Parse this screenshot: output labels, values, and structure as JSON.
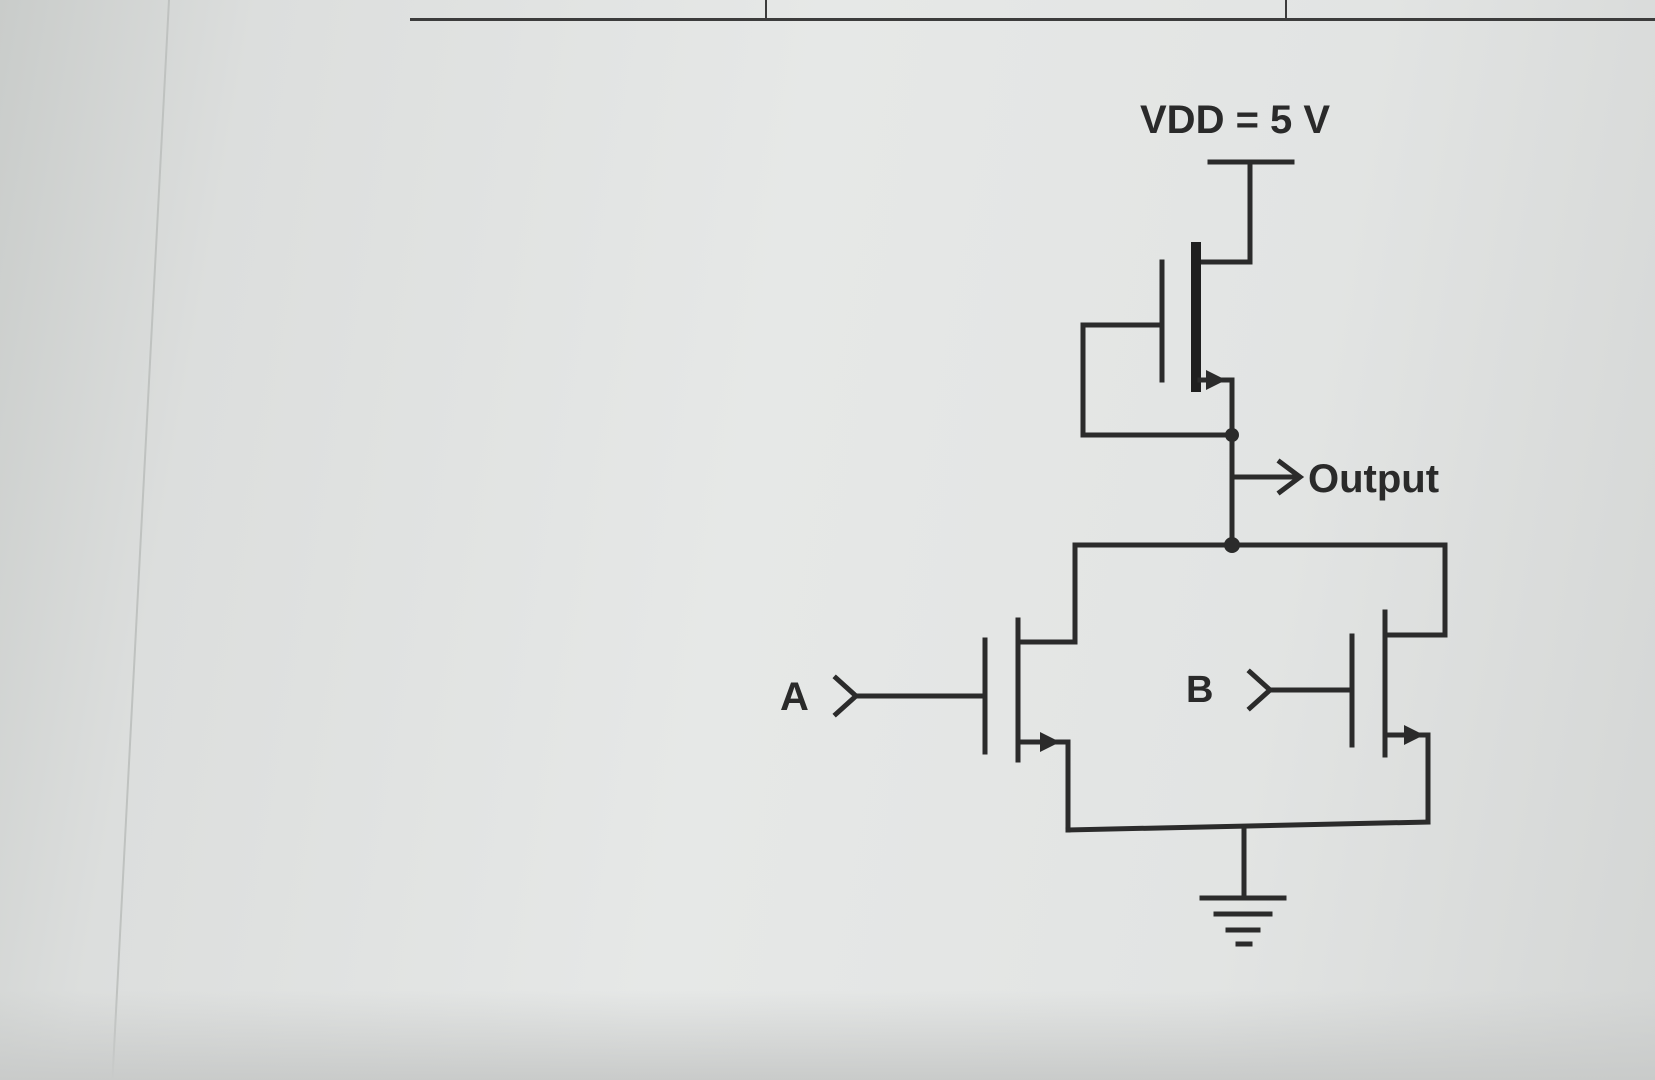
{
  "diagram": {
    "supply_label": "VDD = 5 V",
    "output_label": "Output",
    "input_a_label": "A",
    "input_b_label": "B"
  },
  "colors": {
    "ink": "#2b2b2b",
    "paper": "#e2e4e3"
  }
}
